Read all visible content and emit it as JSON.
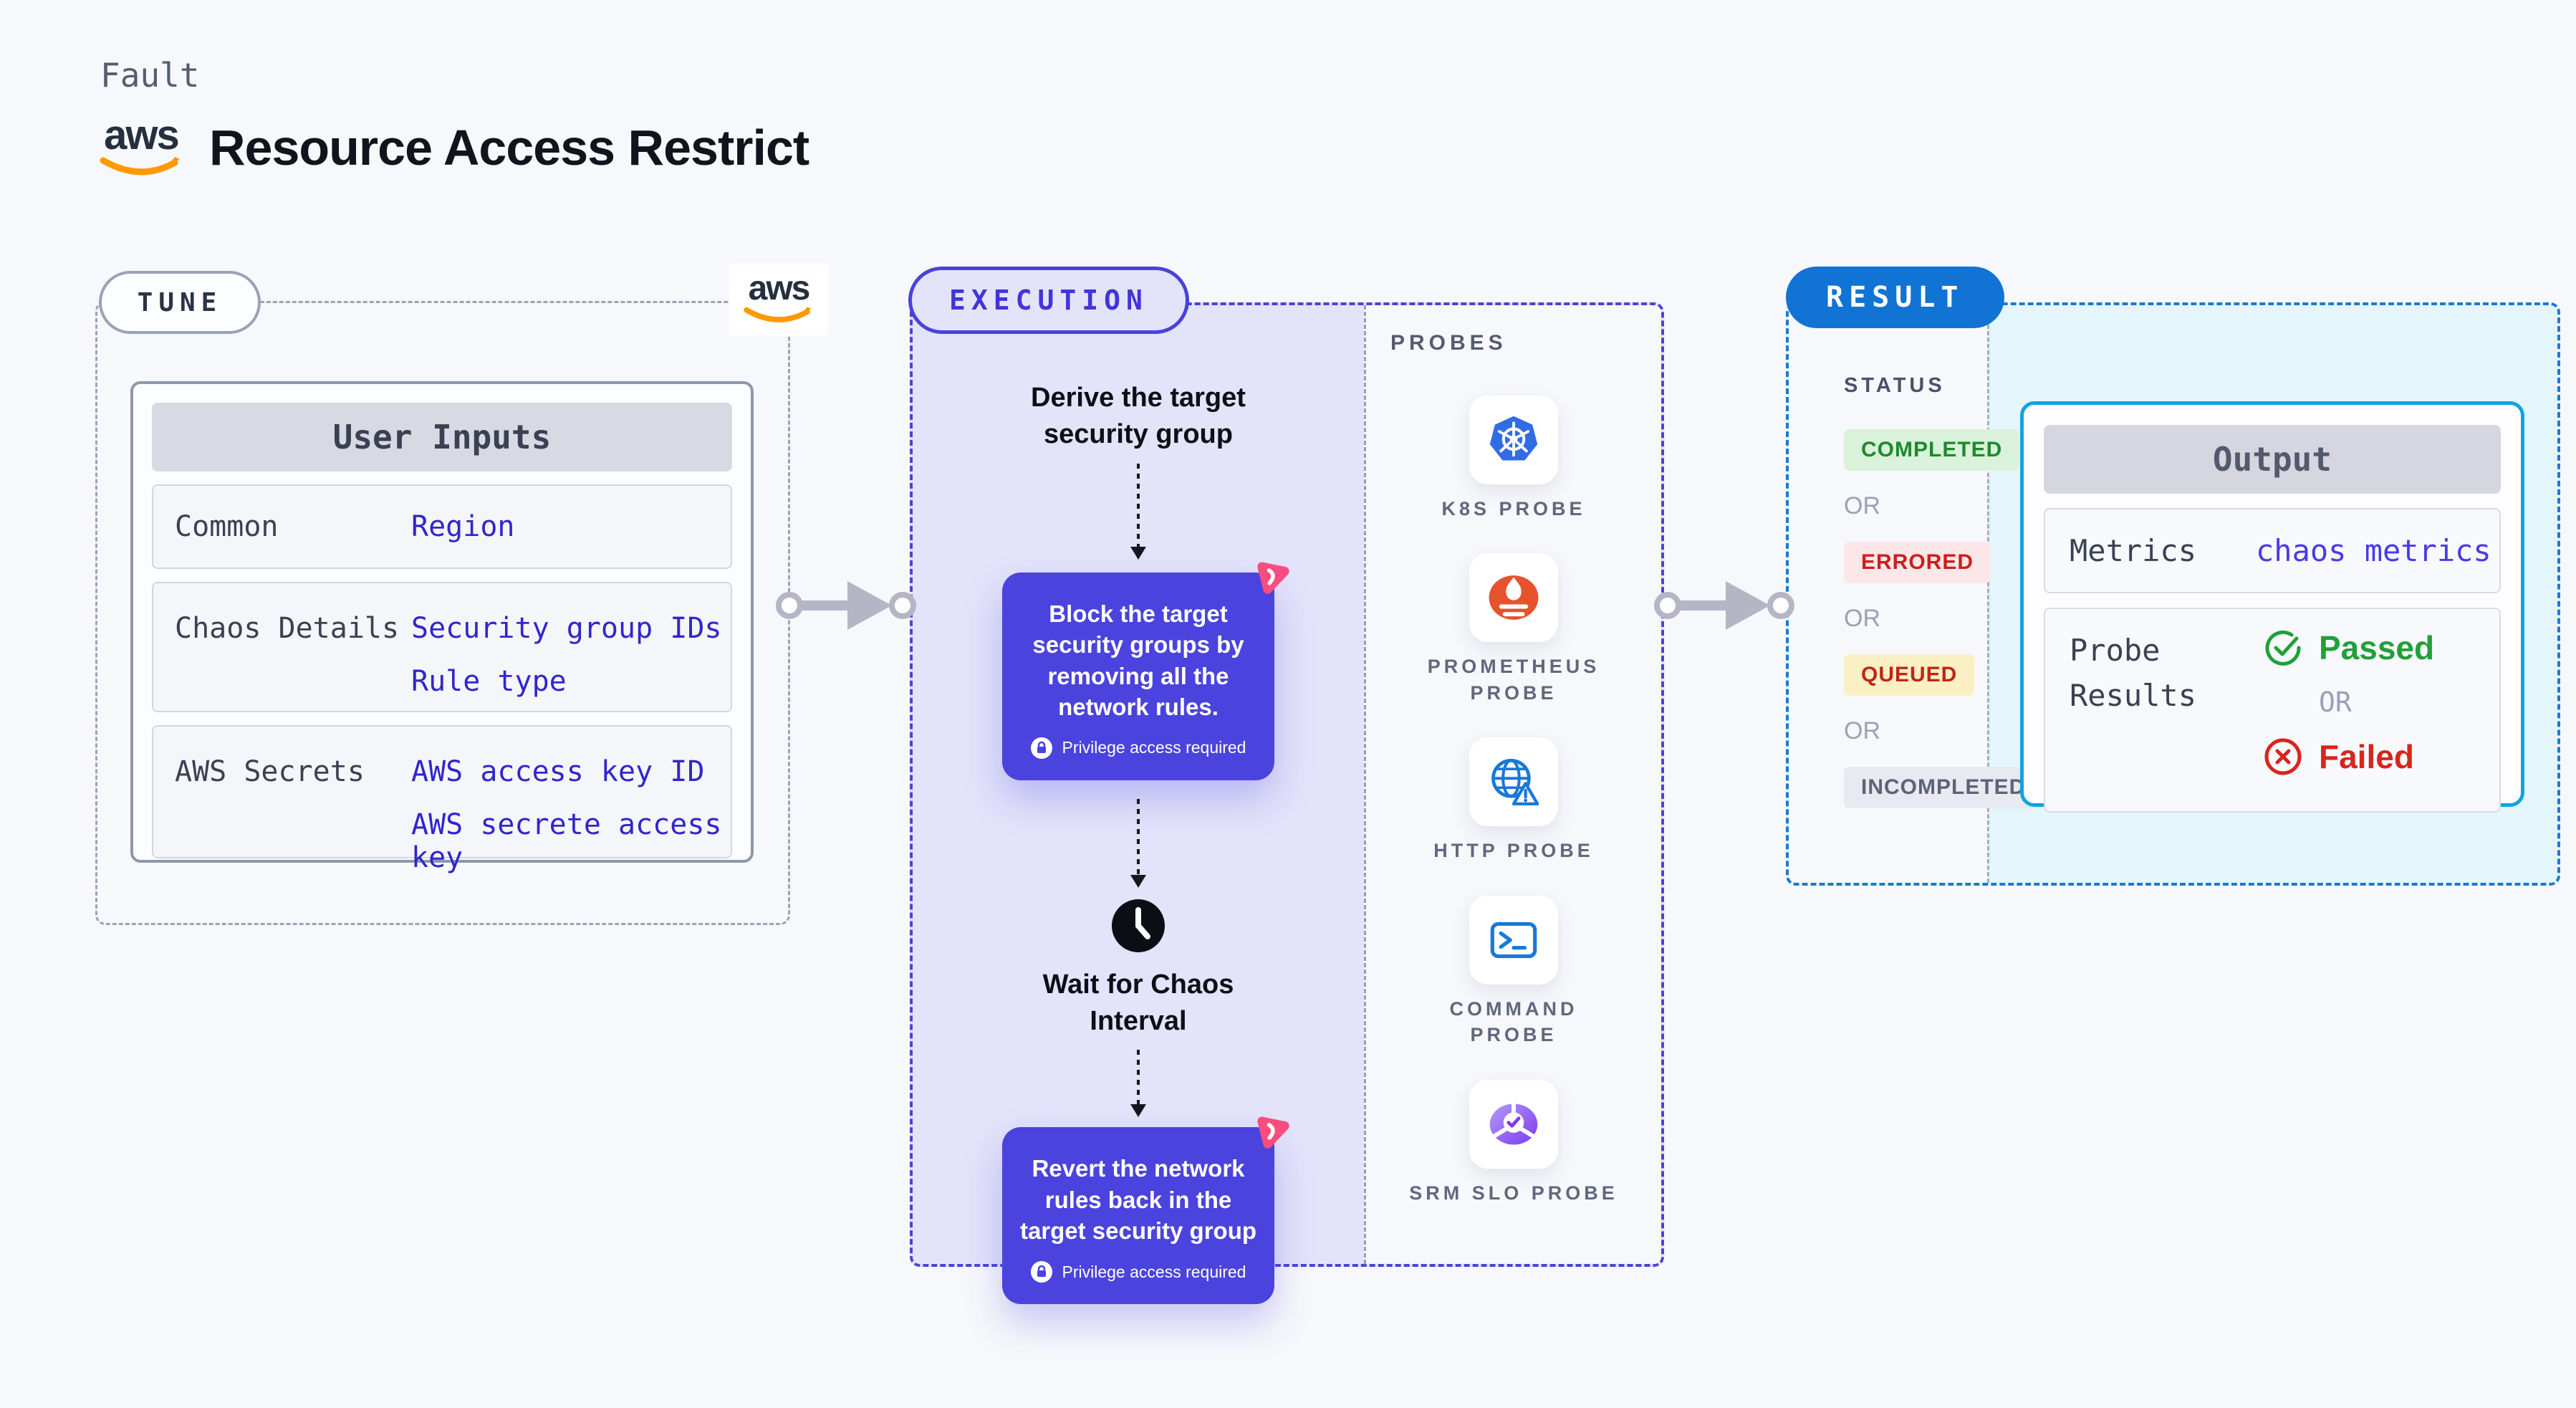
{
  "header": {
    "eyebrow": "Fault",
    "aws_logo_text": "aws",
    "title": "Resource Access Restrict"
  },
  "tune": {
    "badge": "TUNE",
    "table": {
      "header": "User Inputs",
      "rows": [
        {
          "label": "Common",
          "values": [
            "Region"
          ]
        },
        {
          "label": "Chaos Details",
          "values": [
            "Security group IDs",
            "Rule type"
          ]
        },
        {
          "label": "AWS Secrets",
          "values": [
            "AWS access key ID",
            "AWS secrete access key"
          ]
        }
      ]
    }
  },
  "execution": {
    "badge": "EXECUTION",
    "step_derive": "Derive the target security group",
    "box_block": "Block the target security groups by removing all the network rules.",
    "privilege": "Privilege access required",
    "step_wait": "Wait for Chaos Interval",
    "box_revert": "Revert the network rules back in the target security group",
    "probes": {
      "label": "PROBES",
      "items": [
        {
          "name": "K8S PROBE",
          "icon": "kubernetes-icon"
        },
        {
          "name": "PROMETHEUS PROBE",
          "icon": "prometheus-icon"
        },
        {
          "name": "HTTP PROBE",
          "icon": "http-globe-icon"
        },
        {
          "name": "COMMAND PROBE",
          "icon": "terminal-icon"
        },
        {
          "name": "SRM SLO PROBE",
          "icon": "slo-donut-icon"
        }
      ]
    }
  },
  "result": {
    "badge": "RESULT",
    "status": {
      "label": "STATUS",
      "or": "OR",
      "items": [
        {
          "label": "COMPLETED",
          "fg": "#1c8b2e",
          "bg": "#d9f2d9"
        },
        {
          "label": "ERRORED",
          "fg": "#cb1f1f",
          "bg": "#fbe7e7"
        },
        {
          "label": "QUEUED",
          "fg": "#bf2617",
          "bg": "#fbf0c4"
        },
        {
          "label": "INCOMPLETED",
          "fg": "#5d6476",
          "bg": "#e8e9f1"
        }
      ]
    },
    "output": {
      "header": "Output",
      "metrics_label": "Metrics",
      "metrics_value": "chaos metrics",
      "probe_label": "Probe Results",
      "passed": "Passed",
      "or": "OR",
      "failed": "Failed"
    }
  },
  "colors": {
    "page_bg": "#f7f8fb",
    "accent_indigo": "#4b43dd",
    "execution_border": "#4a42d8",
    "result_blue": "#1173d4",
    "output_border": "#12a3dd",
    "tune_value_blue": "#3126cd",
    "passed_green": "#21a038",
    "failed_red": "#d7261d",
    "aws_orange": "#ff9900",
    "kubernetes_blue": "#326ce5",
    "prometheus_orange": "#e6522c",
    "http_blue": "#1879d8",
    "srm_purple": "#7c3aed",
    "chaos_pink": "#fa4d7f",
    "arrow_gray": "#b4b6c6"
  }
}
